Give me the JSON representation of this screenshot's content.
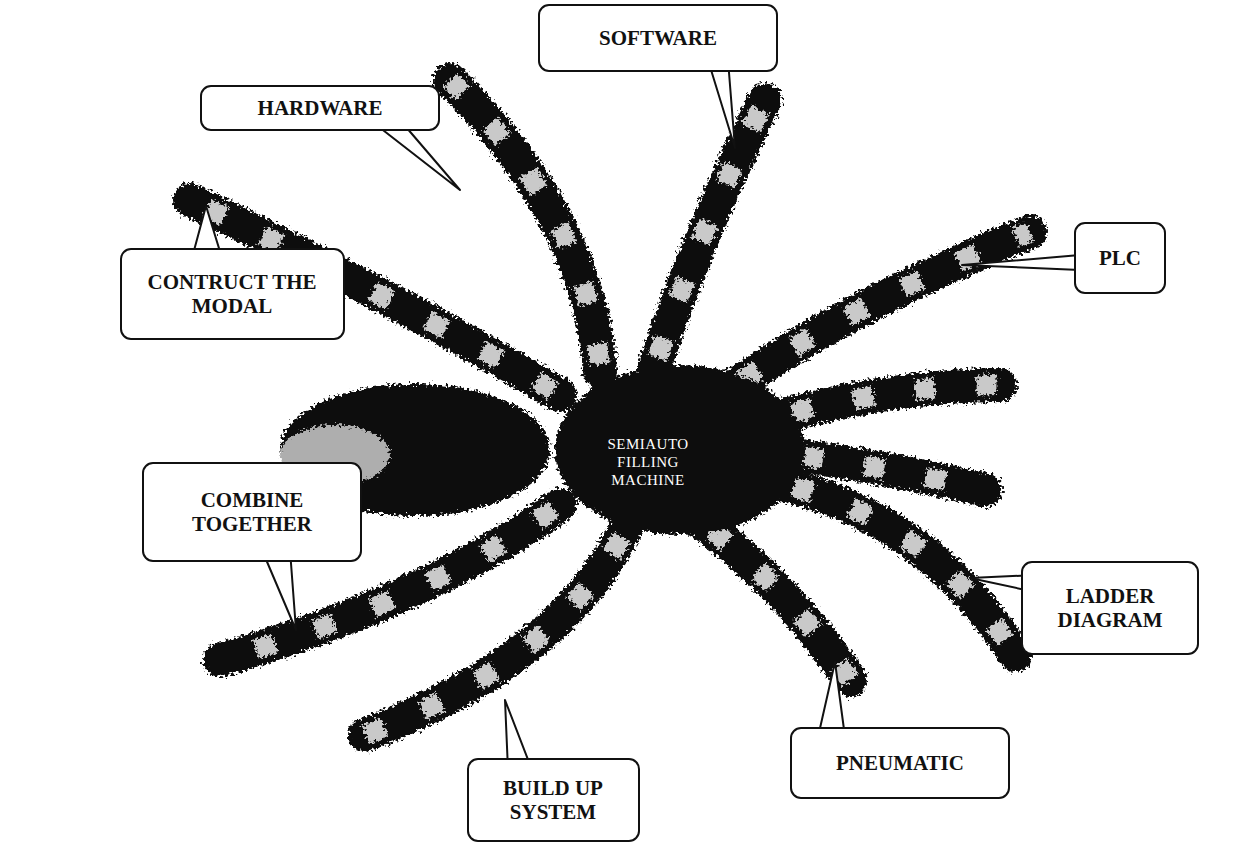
{
  "diagram": {
    "nodes": [
      {
        "text": [
          "SOFTWARE"
        ]
      },
      {
        "text": [
          "HARDWARE"
        ]
      },
      {
        "text": [
          "PLC"
        ]
      },
      {
        "text": [
          "CONTRUCT THE MODAL"
        ]
      },
      {
        "text": [
          "SEMIAUTO FILLING MACHINE"
        ]
      },
      {
        "text": [
          "COMBINE TOGETHER"
        ]
      },
      {
        "text": [
          "LADDER DIAGRAM"
        ]
      },
      {
        "text": [
          "PNEUMATIC"
        ]
      },
      {
        "text": [
          "BUILD UP SYSTEM"
        ]
      }
    ]
  }
}
